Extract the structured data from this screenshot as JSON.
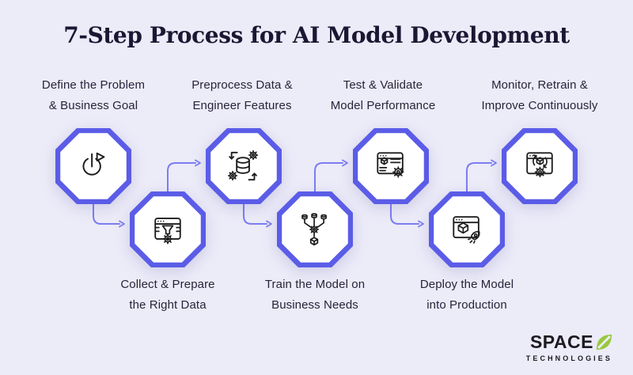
{
  "title": "7-Step Process for AI Model Development",
  "steps": [
    {
      "id": 1,
      "row": "top",
      "icon": "start-goal-icon",
      "lines": [
        "Define the Problem",
        "& Business Goal"
      ]
    },
    {
      "id": 2,
      "row": "bottom",
      "icon": "data-collection-icon",
      "lines": [
        "Collect & Prepare",
        "the Right Data"
      ]
    },
    {
      "id": 3,
      "row": "top",
      "icon": "data-preprocessing-icon",
      "lines": [
        "Preprocess Data &",
        "Engineer Features"
      ]
    },
    {
      "id": 4,
      "row": "bottom",
      "icon": "model-training-icon",
      "lines": [
        "Train the Model on",
        "Business Needs"
      ]
    },
    {
      "id": 5,
      "row": "top",
      "icon": "model-testing-icon",
      "lines": [
        "Test & Validate",
        "Model Performance"
      ]
    },
    {
      "id": 6,
      "row": "bottom",
      "icon": "model-deployment-icon",
      "lines": [
        "Deploy the Model",
        "into Production"
      ]
    },
    {
      "id": 7,
      "row": "top",
      "icon": "model-monitoring-icon",
      "lines": [
        "Monitor, Retrain &",
        "Improve Continuously"
      ]
    }
  ],
  "logo": {
    "brand": "SPACE",
    "symbol": "o-slash-leaf-icon",
    "subtitle": "TECHNOLOGIES",
    "symbol_color": "#97C93E",
    "text_color": "#1D1B20"
  },
  "colors": {
    "background": "#ECEBF8",
    "octagon_border": "#5B5CE7",
    "octagon_fill": "#FFFFFF",
    "connector": "#7B7DF1",
    "title_text": "#1B1733",
    "label_text": "#27243A",
    "icon_stroke": "#1D1D1D"
  }
}
